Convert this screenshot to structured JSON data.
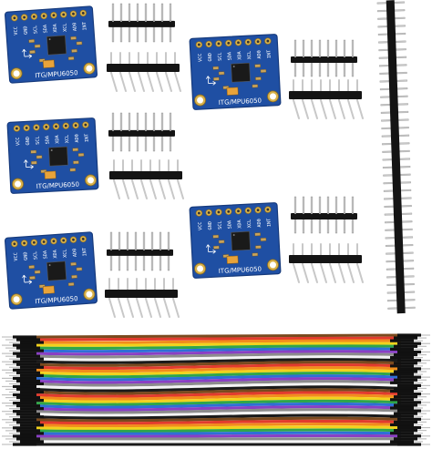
{
  "boards": [
    {
      "id": "board-1",
      "pins": [
        "VCC",
        "GND",
        "SCL",
        "SDA",
        "XDA",
        "XCL",
        "AD0",
        "INT"
      ],
      "label": "ITG/MPU6050"
    },
    {
      "id": "board-2",
      "pins": [
        "VCC",
        "GND",
        "SCL",
        "SDA",
        "XDA",
        "XCL",
        "AD0",
        "INT"
      ],
      "label": "ITG/MPU6050"
    },
    {
      "id": "board-3",
      "pins": [
        "VCC",
        "GND",
        "SCL",
        "SDA",
        "XDA",
        "XCL",
        "AD0",
        "INT"
      ],
      "label": "ITG/MPU6050"
    },
    {
      "id": "board-4",
      "pins": [
        "VCC",
        "GND",
        "SCL",
        "SDA",
        "XDA",
        "XCL",
        "AD0",
        "INT"
      ],
      "label": "ITG/MPU6050"
    },
    {
      "id": "board-5",
      "pins": [
        "VCC",
        "GND",
        "SCL",
        "SDA",
        "XDA",
        "XCL",
        "AD0",
        "INT"
      ],
      "label": "ITG/MPU6050"
    }
  ],
  "colors": {
    "pcb": "#1f4fa3",
    "pcb_dark": "#163a7c",
    "silkscreen": "#ffffff",
    "chip": "#1a1a1a",
    "gold_pad": "#d9b24a",
    "header_plastic": "#141414",
    "header_pin": "#c8c8c8",
    "background": "#ffffff"
  },
  "ribbon_colors": [
    "#7a4a1e",
    "#e23b2e",
    "#f28c1c",
    "#f2d21c",
    "#2fa64a",
    "#2e6fd6",
    "#8a3fc4",
    "#8c8c8c",
    "#f4f4f4",
    "#1a1a1a"
  ]
}
